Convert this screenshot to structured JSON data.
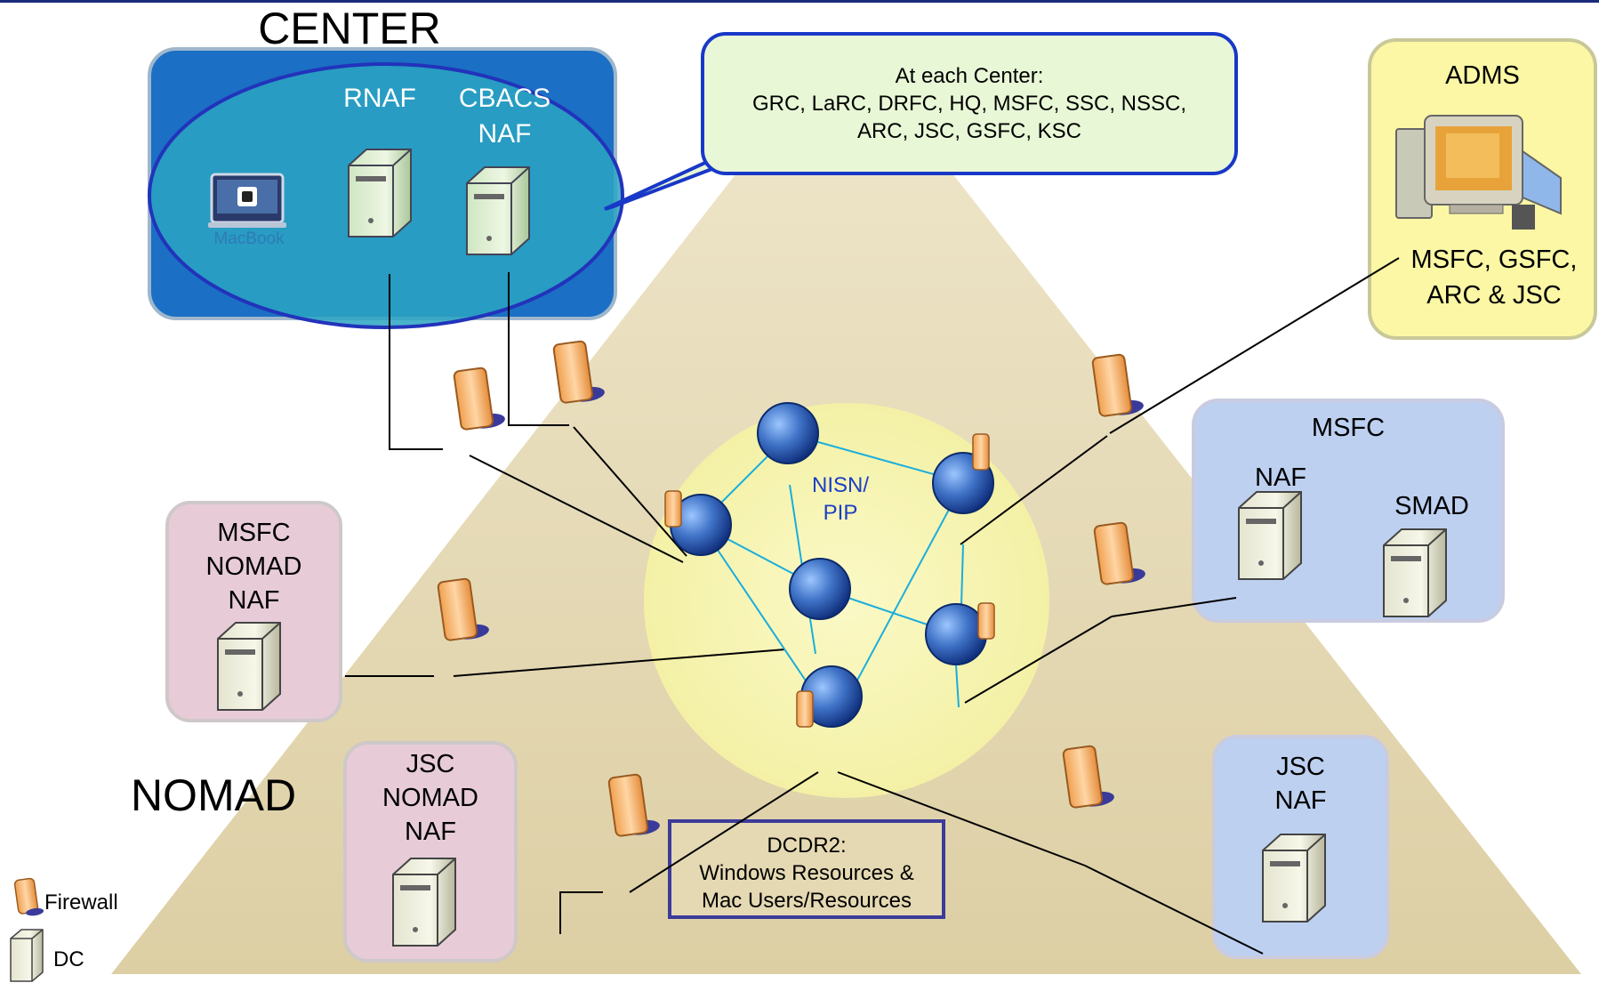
{
  "center": {
    "title": "CENTER",
    "rnaf": "RNAF",
    "cbacs_line1": "CBACS",
    "cbacs_line2": "NAF",
    "macbook": "MacBook"
  },
  "callout": {
    "line1": "At each Center:",
    "line2": "GRC, LaRC, DRFC, HQ, MSFC, SSC, NSSC,",
    "line3": "ARC, JSC, GSFC, KSC"
  },
  "adms": {
    "title": "ADMS",
    "line1": "MSFC, GSFC,",
    "line2": "ARC & JSC"
  },
  "msfc": {
    "title": "MSFC",
    "naf": "NAF",
    "smad": "SMAD"
  },
  "msfc_nomad": {
    "line1": "MSFC",
    "line2": "NOMAD",
    "line3": "NAF"
  },
  "nisn": {
    "line1": "NISN/",
    "line2": "PIP"
  },
  "nomad_label": "NOMAD",
  "jsc_nomad": {
    "line1": "JSC",
    "line2": "NOMAD",
    "line3": "NAF"
  },
  "jsc_naf": {
    "line1": "JSC",
    "line2": "NAF"
  },
  "dcdr2": {
    "line1": "DCDR2:",
    "line2": "Windows Resources &",
    "line3": "Mac Users/Resources"
  },
  "legend": {
    "firewall": "Firewall",
    "dc": "DC"
  },
  "colors": {
    "triangle": "#e5d9b3",
    "center_box": "#1a73c7",
    "center_ellipse": "#2aa7c4",
    "callout_fill": "#e8f7d6",
    "callout_border": "#1838c8",
    "adms_fill": "#fbf7a4",
    "msfc_fill": "#bdd0f0",
    "nomad_fill": "#e7ccd8",
    "cloud": "#f7f5b2",
    "link": "#1aaedd",
    "firewall": "#f6a85c",
    "dcdr_border": "#3b3b9a"
  }
}
